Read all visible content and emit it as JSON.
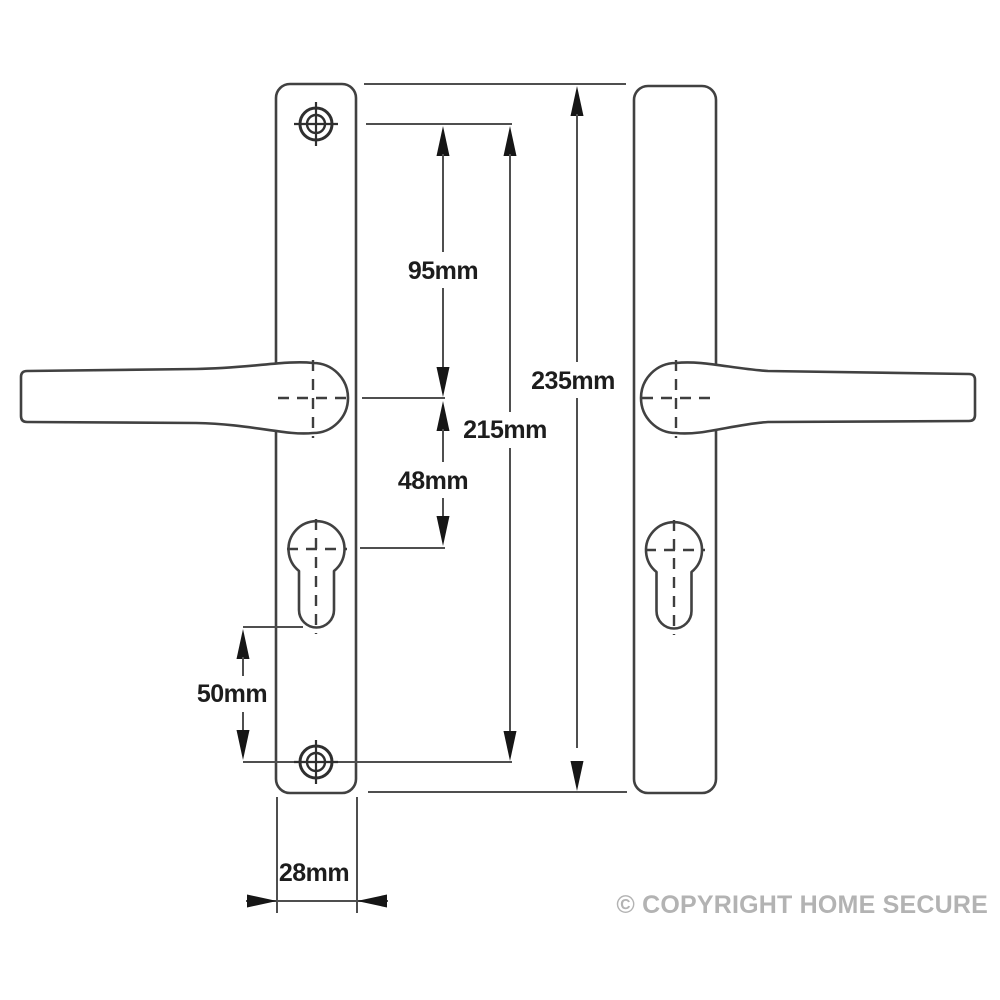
{
  "diagram": {
    "type": "door-handle-dimension-drawing",
    "dimensions": {
      "screw_to_spindle": "95mm",
      "screw_centres": "215mm",
      "overall_height": "235mm",
      "spindle_to_cylinder": "48mm",
      "cylinder_to_screw": "50mm",
      "plate_width": "28mm"
    },
    "copyright": "© COPYRIGHT HOME SECURE",
    "colors": {
      "line": "#414141",
      "dimension_text": "#1d1d1d",
      "copyright_text": "#b3b3b3",
      "background": "#ffffff"
    }
  }
}
